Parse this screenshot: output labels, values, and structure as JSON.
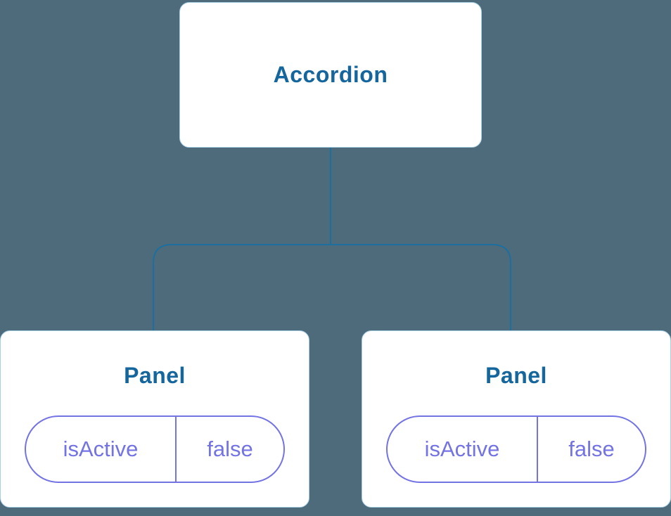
{
  "colors": {
    "background": "#4d6b7b",
    "node-bg": "#ffffff",
    "node-border": "#a9cfe5",
    "node-title": "#15669c",
    "connector": "#1c6f9f",
    "pill": "#7473e4"
  },
  "tree": {
    "root": {
      "label": "Accordion"
    },
    "children": [
      {
        "label": "Panel",
        "state": {
          "name": "isActive",
          "value": "false"
        }
      },
      {
        "label": "Panel",
        "state": {
          "name": "isActive",
          "value": "false"
        }
      }
    ]
  }
}
